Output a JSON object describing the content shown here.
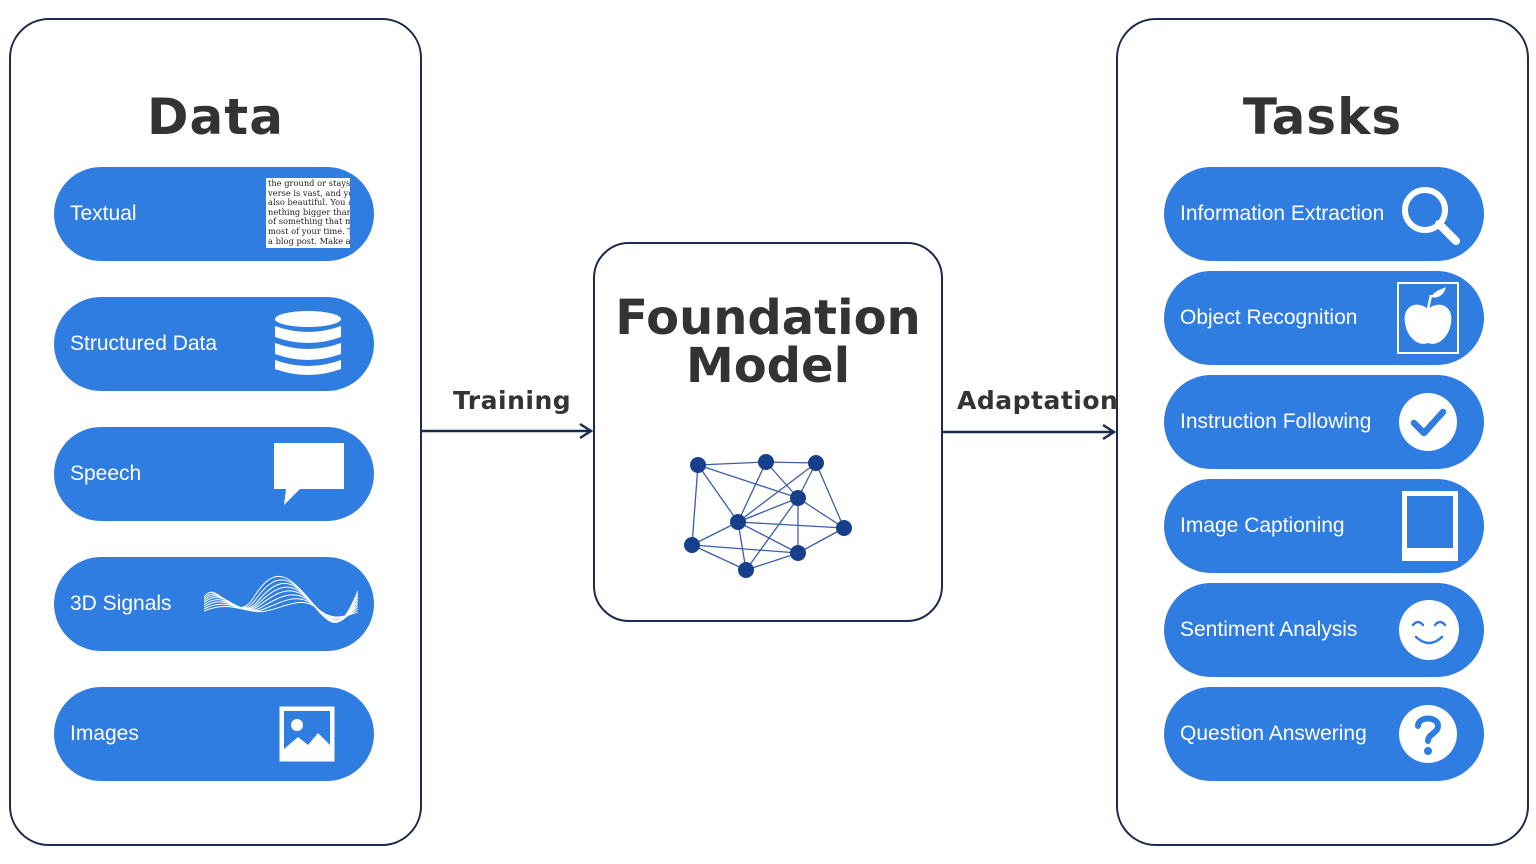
{
  "data_panel": {
    "title": "Data",
    "items": [
      {
        "label": "Textual",
        "icon": "text-snippet-icon"
      },
      {
        "label": "Structured Data",
        "icon": "database-icon"
      },
      {
        "label": "Speech",
        "icon": "speech-bubble-icon"
      },
      {
        "label": "3D Signals",
        "icon": "wave-signal-icon"
      },
      {
        "label": "Images",
        "icon": "image-icon"
      }
    ],
    "text_snippet_lines": [
      "the ground or stays",
      "verse is vast, and yo",
      "also beautiful. You a",
      "nething bigger than y",
      "of something that m",
      "most of your time. Ta",
      "a blog post. Make a"
    ]
  },
  "model": {
    "title_line1": "Foundation",
    "title_line2": "Model",
    "icon": "neural-network-icon"
  },
  "edges": {
    "left_label": "Training",
    "right_label": "Adaptation"
  },
  "tasks_panel": {
    "title": "Tasks",
    "items": [
      {
        "label": "Information Extraction",
        "icon": "magnifier-icon"
      },
      {
        "label": "Object Recognition",
        "icon": "apple-icon"
      },
      {
        "label": "Instruction Following",
        "icon": "checkmark-icon"
      },
      {
        "label": "Image Captioning",
        "icon": "photo-frame-icon"
      },
      {
        "label": "Sentiment Analysis",
        "icon": "smiley-icon"
      },
      {
        "label": "Question Answering",
        "icon": "question-mark-icon"
      }
    ]
  },
  "colors": {
    "pill": "#2f7de1",
    "outline": "#1b2a4e",
    "node": "#173f8c",
    "title": "#333333"
  }
}
